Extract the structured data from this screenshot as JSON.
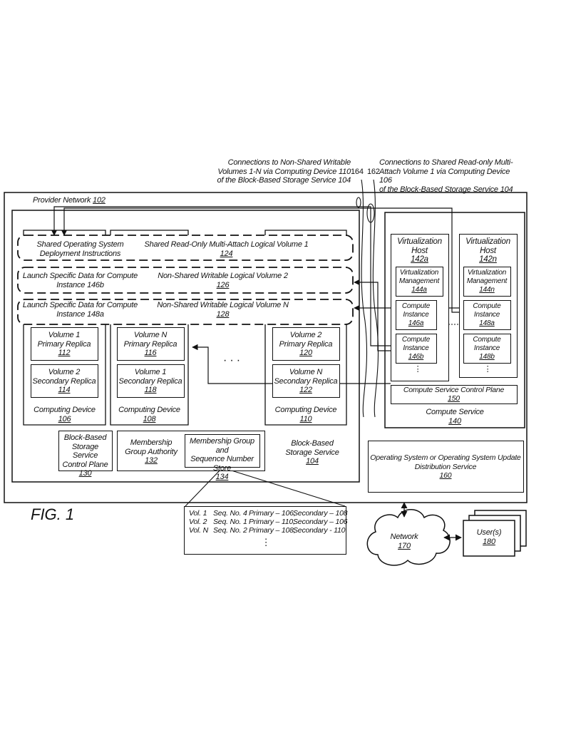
{
  "annotations": {
    "non_shared": {
      "l1": "Connections to Non-Shared Writable",
      "l2": "Volumes 1-N via Computing Device 110",
      "l3": "of the Block-Based Storage Service 104",
      "ref": "164"
    },
    "shared": {
      "l1": "Connections to Shared Read-only Multi-",
      "l2": "Attach Volume 1 via Computing Device 106",
      "l3": "of the Block-Based Storage Service 104",
      "ref": "162"
    }
  },
  "provider_network": {
    "label": "Provider Network",
    "ref": "102"
  },
  "logical_volumes": [
    {
      "left_l1": "Shared Operating System",
      "left_l2": "Deployment Instructions",
      "title": "Shared Read-Only Multi-Attach Logical Volume 1",
      "ref": "124"
    },
    {
      "left_l1": "Launch Specific Data for Compute",
      "left_l2": "Instance 146b",
      "title": "Non-Shared Writable Logical Volume 2",
      "ref": "126"
    },
    {
      "left_l1": "Launch Specific Data for Compute",
      "left_l2": "Instance 148a",
      "title": "Non-Shared Writable Logical Volume N",
      "ref": "128"
    }
  ],
  "computing_devices": [
    {
      "replicas": [
        {
          "l1": "Volume 1",
          "l2": "Primary Replica",
          "ref": "112"
        },
        {
          "l1": "Volume 2",
          "l2": "Secondary Replica",
          "ref": "114"
        }
      ],
      "label": "Computing Device",
      "ref": "106"
    },
    {
      "replicas": [
        {
          "l1": "Volume N",
          "l2": "Primary Replica",
          "ref": "116"
        },
        {
          "l1": "Volume 1",
          "l2": "Secondary Replica",
          "ref": "118"
        }
      ],
      "label": "Computing Device",
      "ref": "108"
    },
    {
      "replicas": [
        {
          "l1": "Volume 2",
          "l2": "Primary Replica",
          "ref": "120"
        },
        {
          "l1": "Volume N",
          "l2": "Secondary Replica",
          "ref": "122"
        }
      ],
      "label": "Computing Device",
      "ref": "110"
    }
  ],
  "ellipsis": "· · ·",
  "control_plane": {
    "l1": "Block-Based",
    "l2": "Storage Service",
    "l3": "Control Plane",
    "ref": "130"
  },
  "membership_authority": {
    "l1": "Membership",
    "l2": "Group Authority",
    "ref": "132"
  },
  "membership_store": {
    "l1": "Membership Group and",
    "l2": "Sequence Number Store",
    "ref": "134"
  },
  "block_storage": {
    "l1": "Block-Based",
    "l2": "Storage Service",
    "ref": "104"
  },
  "hosts": [
    {
      "l1": "Virtualization",
      "l2": "Host",
      "ref": "142a",
      "mgmt_l1": "Virtualization",
      "mgmt_l2": "Management",
      "mgmt_ref": "144a",
      "instances": [
        {
          "l1": "Compute",
          "l2": "Instance",
          "ref": "146a"
        },
        {
          "l1": "Compute",
          "l2": "Instance",
          "ref": "146b"
        }
      ]
    },
    {
      "l1": "Virtualization",
      "l2": "Host",
      "ref": "142n",
      "mgmt_l1": "Virtualization",
      "mgmt_l2": "Management",
      "mgmt_ref": "144n",
      "instances": [
        {
          "l1": "Compute",
          "l2": "Instance",
          "ref": "148a"
        },
        {
          "l1": "Compute",
          "l2": "Instance",
          "ref": "148b"
        }
      ]
    }
  ],
  "vdots": "⋮",
  "compute_control_plane": {
    "label": "Compute Service Control Plane",
    "ref": "150"
  },
  "compute_service": {
    "label": "Compute Service",
    "ref": "140"
  },
  "os_distribution": {
    "l1": "Operating System or Operating System Update",
    "l2": "Distribution Service",
    "ref": "160"
  },
  "fig_label": "FIG. 1",
  "sequence_table": {
    "rows": [
      {
        "vol": "Vol. 1",
        "seq": "Seq. No. 4",
        "primary": "Primary – 106,",
        "secondary": "Secondary – 108"
      },
      {
        "vol": "Vol. 2",
        "seq": "Seq. No. 1",
        "primary": "Primary – 110,",
        "secondary": "Secondary – 106"
      },
      {
        "vol": "Vol. N",
        "seq": "Seq. No. 2",
        "primary": "Primary – 108,",
        "secondary": "Secondary - 110"
      }
    ],
    "more": "⋮"
  },
  "network": {
    "label": "Network",
    "ref": "170"
  },
  "users": {
    "label": "User(s)",
    "ref": "180"
  }
}
